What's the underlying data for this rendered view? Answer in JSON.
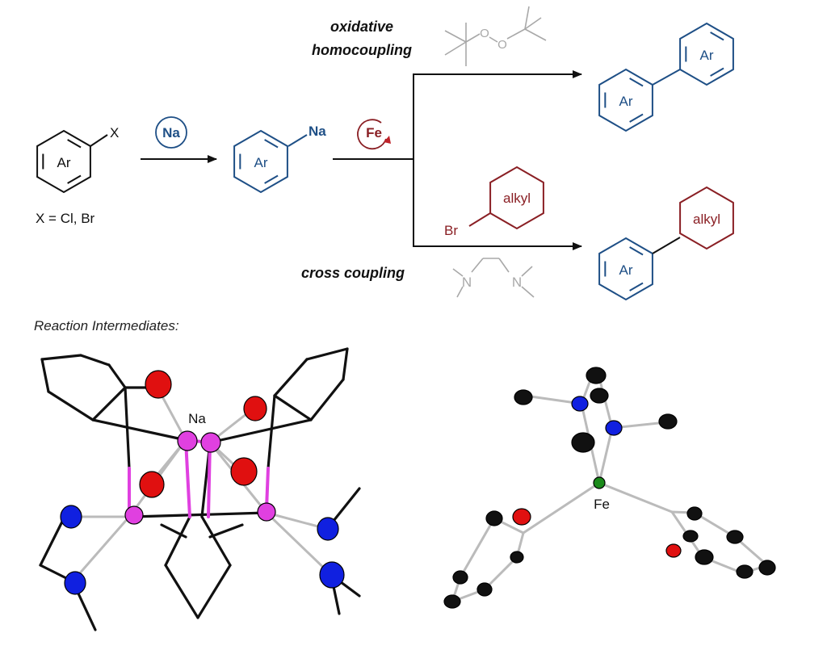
{
  "colors": {
    "aryl": "#1e4f86",
    "alkyl": "#8a1f24",
    "reagent": "#a8a8a8",
    "black": "#111111",
    "na_atom": "#e040e0",
    "o_atom": "#e01010",
    "n_atom": "#1020e0",
    "fe_atom": "#1a8a1a"
  },
  "scheme": {
    "start": {
      "ring_label": "Ar",
      "substituent": "X",
      "condition": "X = Cl, Br"
    },
    "step1": {
      "reagent": "Na"
    },
    "intermediate": {
      "ring_label": "Ar",
      "substituent": "Na"
    },
    "step2": {
      "catalyst": "Fe"
    },
    "top_branch": {
      "label_line1": "oxidative",
      "label_line2": "homocoupling",
      "reagent_atoms": [
        "O",
        "O"
      ],
      "product_rings": [
        "Ar",
        "Ar"
      ]
    },
    "bottom_branch": {
      "label": "cross coupling",
      "electrophile_ring": "alkyl",
      "electrophile_halide": "Br",
      "ligand_atoms": [
        "N",
        "N"
      ],
      "product_rings": [
        "Ar",
        "alkyl"
      ]
    }
  },
  "intermediates": {
    "title": "Reaction Intermediates:",
    "left_label": "Na",
    "right_label": "Fe"
  }
}
